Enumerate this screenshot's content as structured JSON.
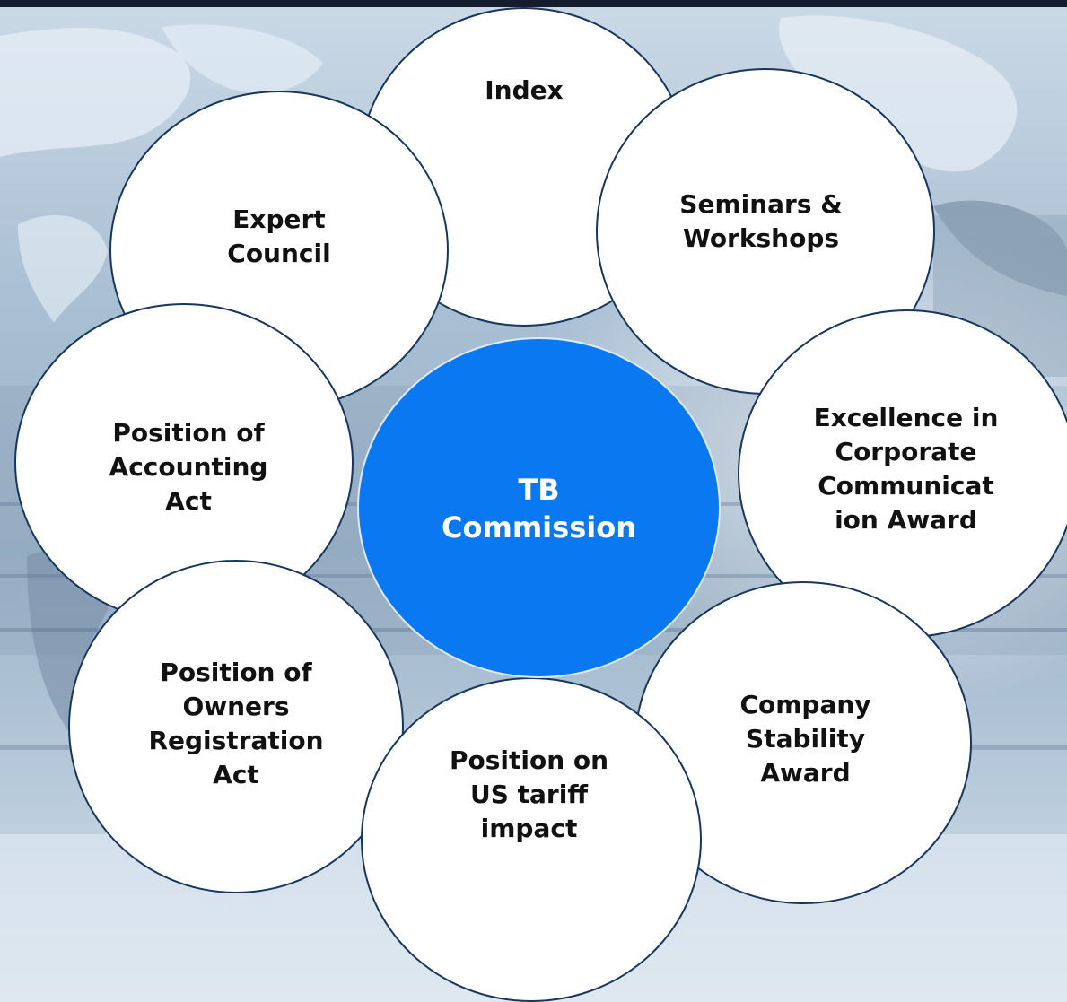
{
  "diagram": {
    "center": {
      "label": "TB\nCommission",
      "fill": "#0a78f0"
    },
    "nodes": {
      "index": "Index",
      "seminars": "Seminars &\nWorkshops",
      "expert_council": "Expert\nCouncil",
      "excellence": "Excellence in\nCorporate\nCommunicat\nion Award",
      "accounting": "Position of\nAccounting\nAct",
      "stability": "Company\nStability\nAward",
      "owners": "Position of\nOwners\nRegistration\nAct",
      "tariff": "Position on\nUS tariff\nimpact"
    },
    "colors": {
      "outline": "#17365d",
      "node_fill": "#ffffff",
      "top_bar": "#141c2e"
    }
  }
}
